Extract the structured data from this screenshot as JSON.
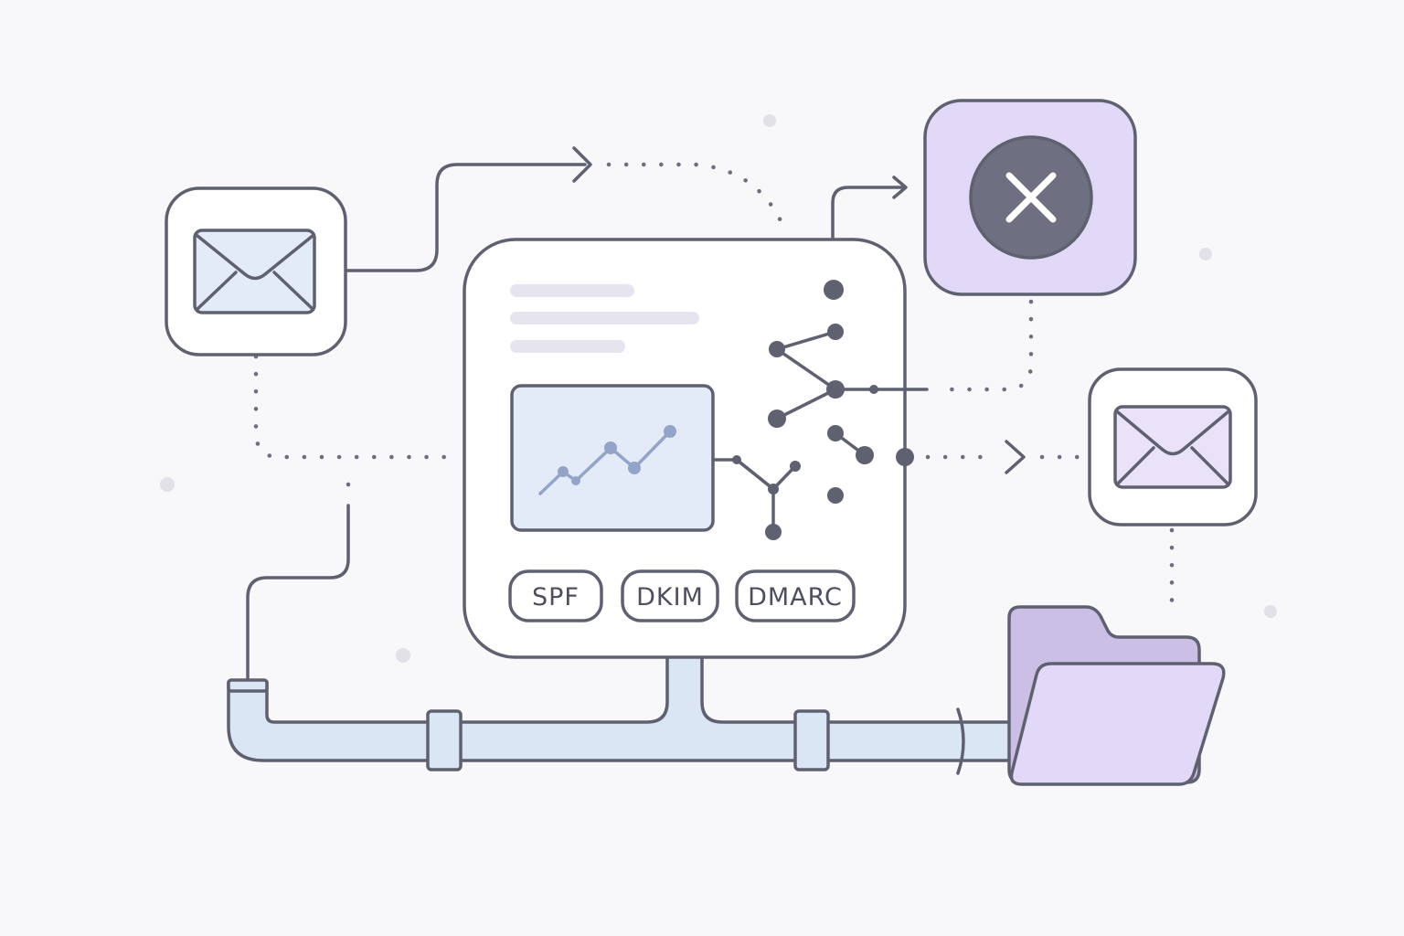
{
  "badges": {
    "spf": "SPF",
    "dkim": "DKIM",
    "dmarc": "DMARC"
  },
  "icons": {
    "incoming": "envelope-icon",
    "rejected": "close-icon",
    "delivered": "envelope-icon",
    "quarantine": "folder-icon"
  },
  "colors": {
    "line": "#5f6070",
    "light_blue": "#dbe6f5",
    "light_purple": "#e2d8f7",
    "dark_circle": "#6e6f80"
  }
}
